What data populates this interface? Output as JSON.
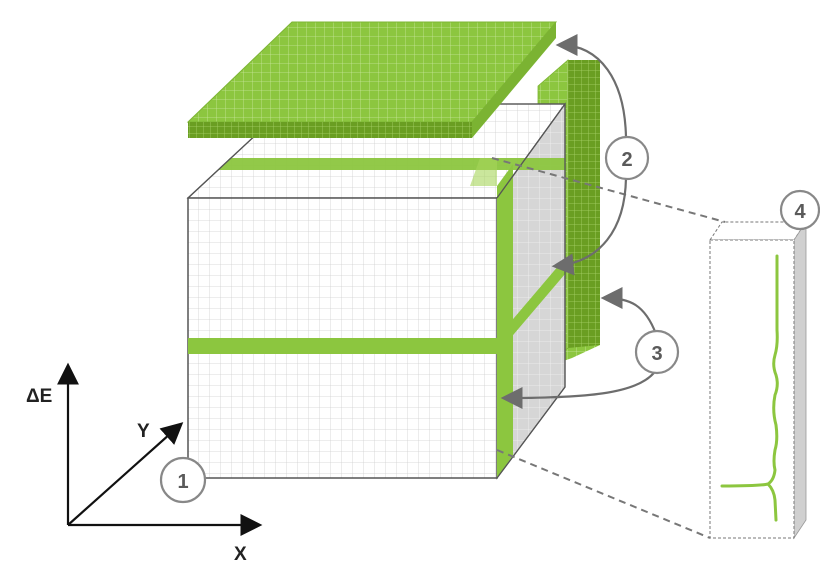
{
  "axes": {
    "x_label": "X",
    "y_label": "Y",
    "z_label": "ΔE"
  },
  "callouts": [
    {
      "id": "1",
      "label": "1"
    },
    {
      "id": "2",
      "label": "2"
    },
    {
      "id": "3",
      "label": "3"
    },
    {
      "id": "4",
      "label": "4"
    }
  ],
  "colors": {
    "green": "#8cc63f",
    "green_dark": "#6a9e22",
    "grid_line": "#cfcfcf",
    "outline": "#555555",
    "side_face": "#d4d4d4",
    "callout_stroke": "#777777"
  }
}
